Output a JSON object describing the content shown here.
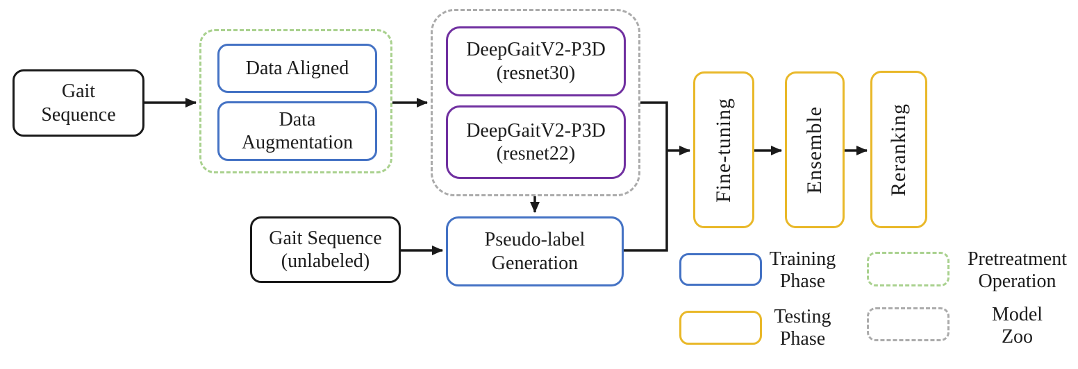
{
  "figure": {
    "nodes": {
      "gait_sequence": "Gait\nSequence",
      "data_aligned": "Data Aligned",
      "data_augmentation": "Data\nAugmentation",
      "model_resnet30": "DeepGaitV2-P3D\n(resnet30)",
      "model_resnet22": "DeepGaitV2-P3D\n(resnet22)",
      "gait_sequence_unlabeled": "Gait Sequence\n(unlabeled)",
      "pseudo_label_generation": "Pseudo-label\nGeneration",
      "fine_tuning": "Fine-tuning",
      "ensemble": "Ensemble",
      "reranking": "Reranking"
    },
    "legend": {
      "training": "Training\nPhase",
      "testing": "Testing\nPhase",
      "pretreatment": "Pretreatment\nOperation",
      "model_zoo": "Model\nZoo"
    },
    "colors": {
      "training_phase_blue": "#4472C4",
      "testing_phase_yellow": "#E9B829",
      "pretreatment_green": "#A9D18E",
      "model_zoo_gray": "#ABABAB",
      "model_box_purple": "#7030A0",
      "connector_black": "#1A1A1A"
    }
  }
}
